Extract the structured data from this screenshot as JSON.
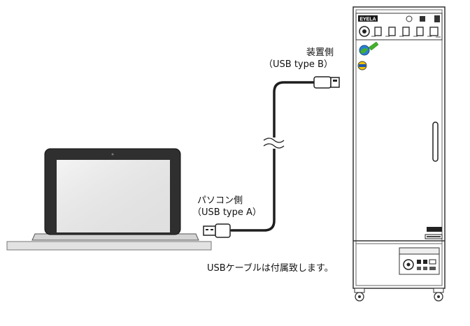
{
  "device": {
    "brand": "EYELA",
    "side_label": "装置側",
    "side_connector": "（USB type B）"
  },
  "pc": {
    "side_label": "パソコン側",
    "side_connector": "（USB type A）"
  },
  "note": "USBケーブルは付属致します。",
  "icons": [
    "laptop-icon",
    "usb-cable-icon",
    "cable-break-icon",
    "usb-a-plug-icon",
    "usb-b-plug-icon",
    "incubator-cabinet-icon"
  ]
}
